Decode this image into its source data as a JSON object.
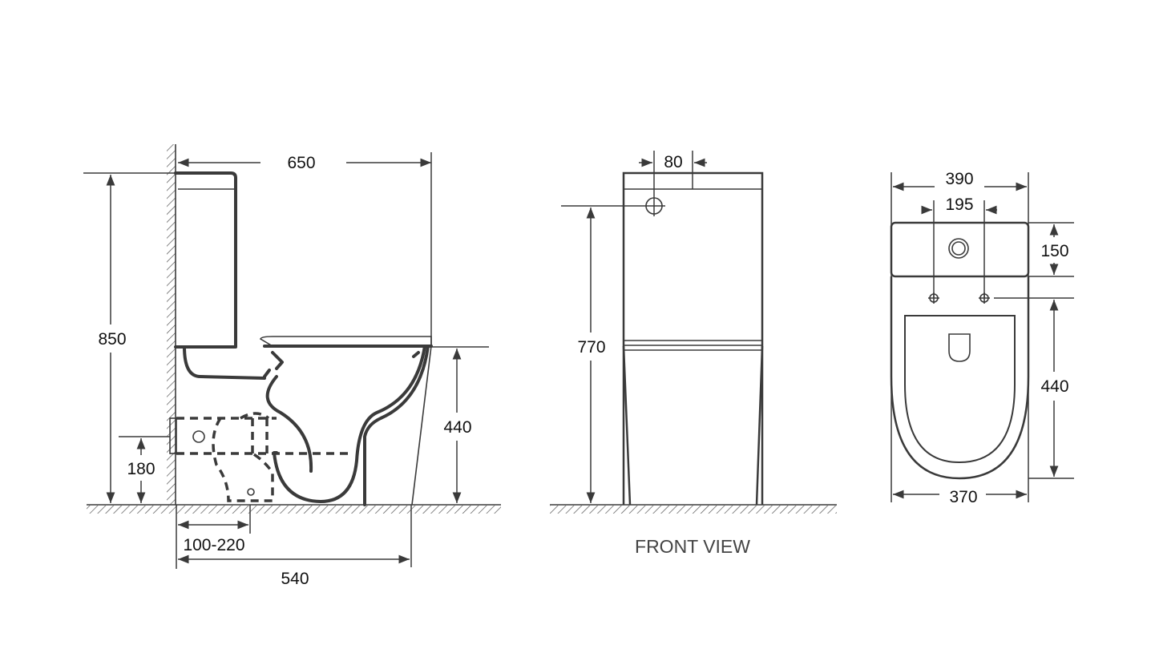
{
  "side_view": {
    "overall_depth": "650",
    "overall_height": "850",
    "inlet_height": "180",
    "seat_height": "440",
    "rough_in": "100-220",
    "base_depth": "540"
  },
  "front_view": {
    "caption": "FRONT VIEW",
    "button_offset": "80",
    "button_height": "770"
  },
  "top_view": {
    "tank_width": "390",
    "hole_spacing": "195",
    "tank_depth": "150",
    "bowl_length": "440",
    "bowl_width": "370"
  },
  "colors": {
    "line": "#3a3a3a",
    "background": "#ffffff"
  }
}
